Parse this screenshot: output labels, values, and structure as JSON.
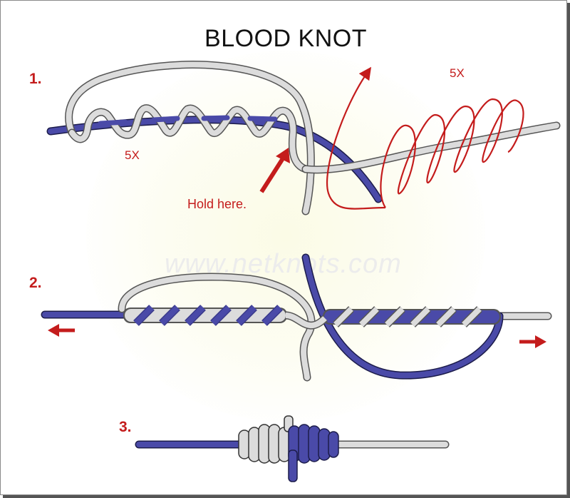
{
  "title": "BLOOD KNOT",
  "watermark": "www.netknots.com",
  "steps": {
    "one": {
      "number": "1.",
      "wraps_left": "5X",
      "wraps_right": "5X",
      "hold_label": "Hold here."
    },
    "two": {
      "number": "2."
    },
    "three": {
      "number": "3."
    }
  },
  "colors": {
    "blue_line": "#4a4aa8",
    "white_line": "#dcdcdc",
    "red": "#c41c1c"
  }
}
